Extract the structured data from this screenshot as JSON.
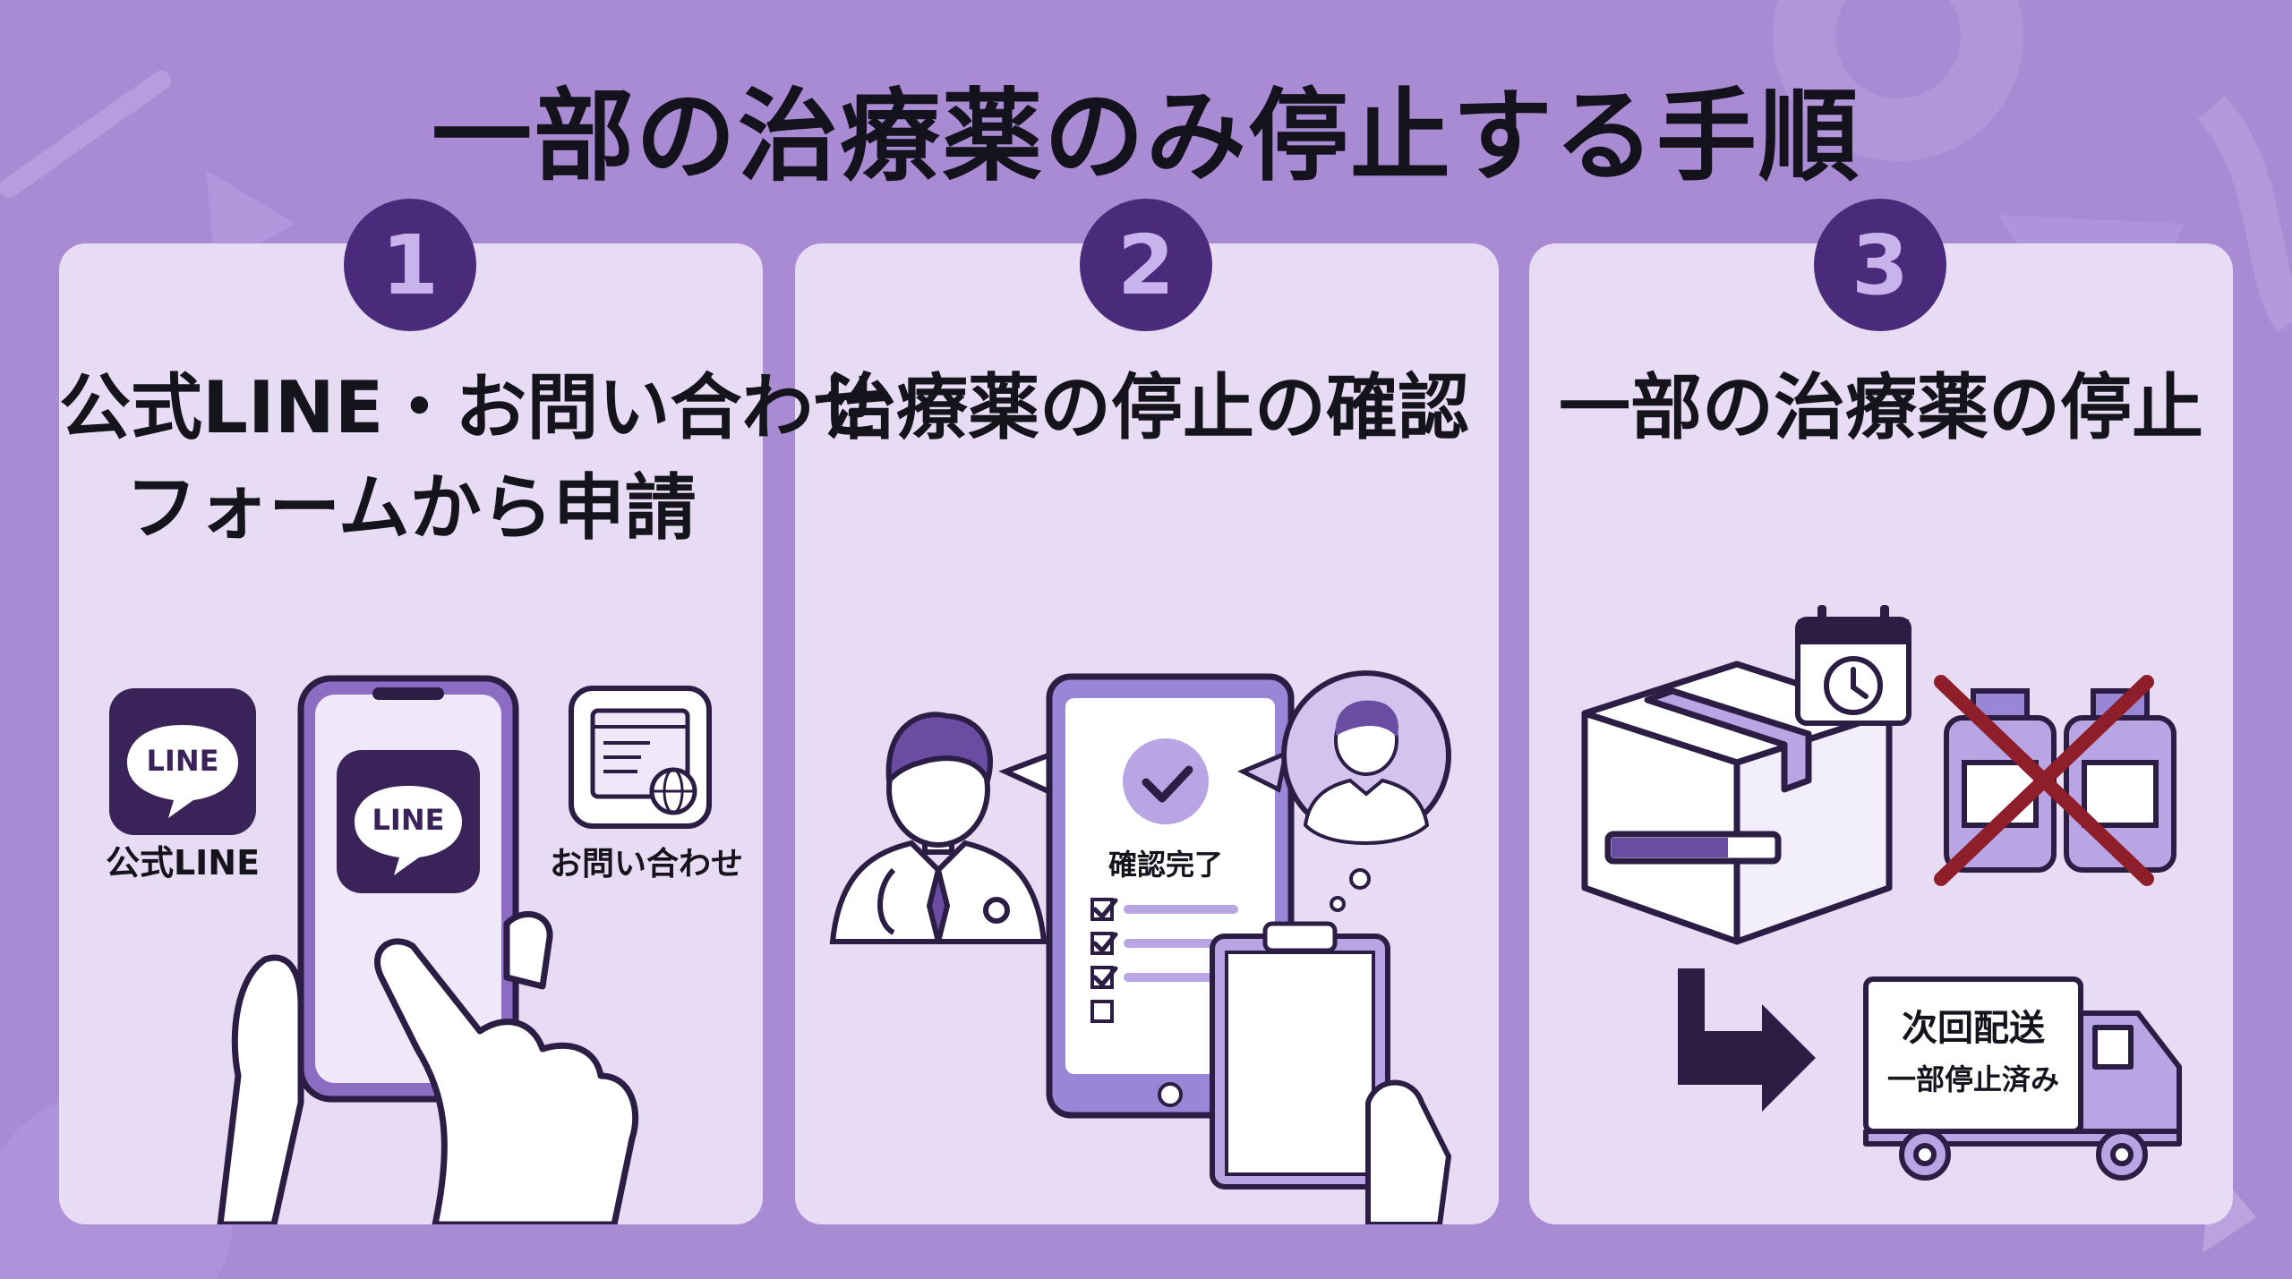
{
  "title": "一部の治療薬のみ停止する手順",
  "steps": [
    {
      "number": "1",
      "heading_lines": [
        "公式LINE・お問い合わせ",
        "フォームから申請"
      ],
      "labels": {
        "line_app": "LINE",
        "line_phone": "LINE",
        "official_line": "公式LINE",
        "inquiry": "お問い合わせ"
      }
    },
    {
      "number": "2",
      "heading_lines": [
        "治療薬の停止の確認"
      ],
      "labels": {
        "confirmed": "確認完了"
      }
    },
    {
      "number": "3",
      "heading_lines": [
        "一部の治療薬の停止"
      ],
      "labels": {
        "next_delivery": "次回配送",
        "partial_stop": "一部停止済み"
      }
    }
  ],
  "colors": {
    "background": "#a98bd4",
    "card": "#e7dcf3",
    "badge": "#4a2a7a",
    "accent": "#7b5bb5",
    "dark": "#2c1d45",
    "cross": "#8e1f2a"
  }
}
